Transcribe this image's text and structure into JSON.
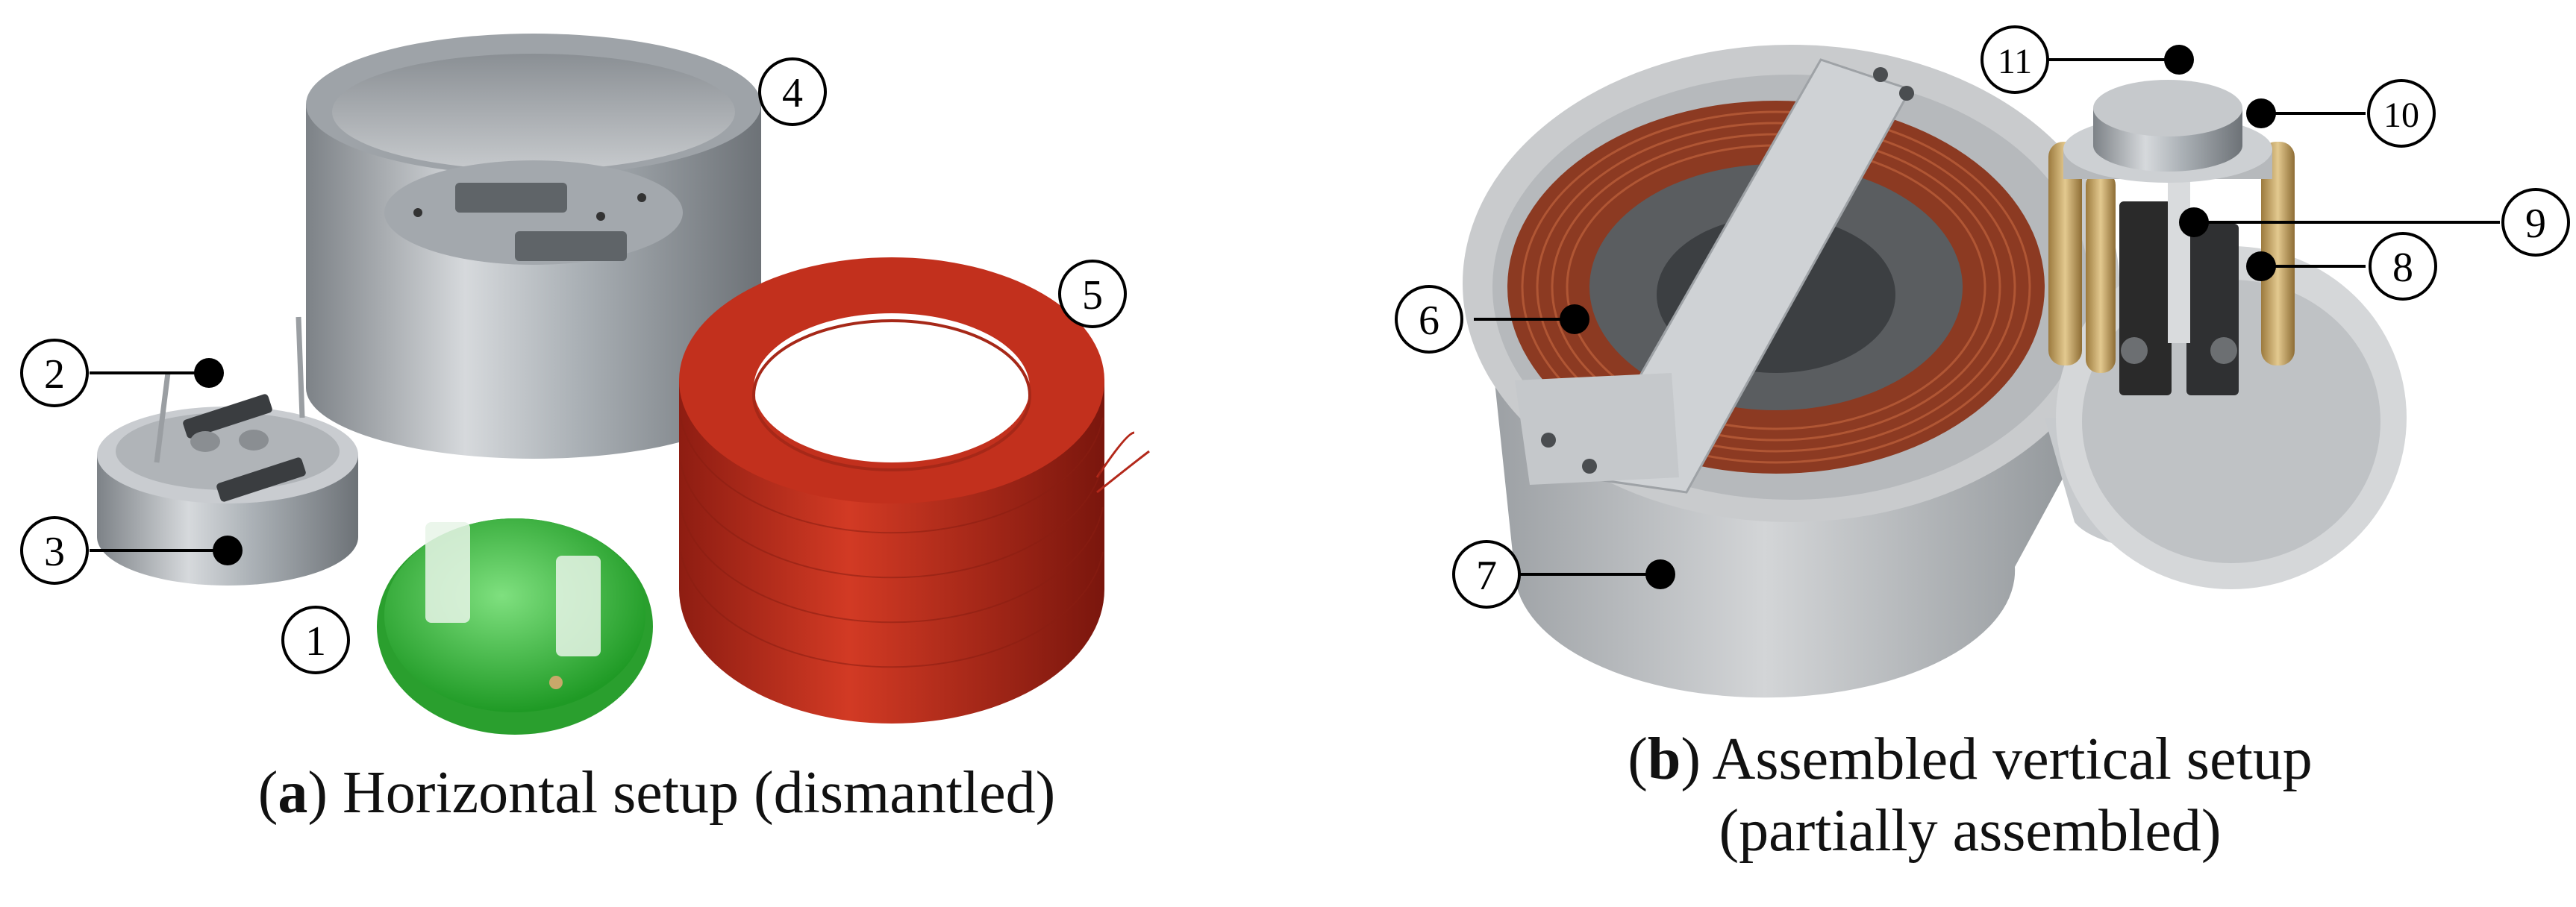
{
  "panel_a": {
    "letter": "a",
    "caption": "Horizontal setup (dismantled)",
    "callouts": [
      "1",
      "2",
      "3",
      "4",
      "5"
    ]
  },
  "panel_b": {
    "letter": "b",
    "caption_line1": "Assembled vertical setup",
    "caption_line2": "(partially assembled)",
    "callouts": [
      "6",
      "7",
      "8",
      "9",
      "10",
      "11"
    ]
  },
  "colors": {
    "background": "#ffffff",
    "coil_red": "#b3281a",
    "coil_copper": "#8c3a22",
    "aluminium": "#b8bcc0",
    "green_holder": "#3fc23f",
    "brass_rods": "#c9a86a",
    "dark_parts": "#2a2a2a"
  }
}
